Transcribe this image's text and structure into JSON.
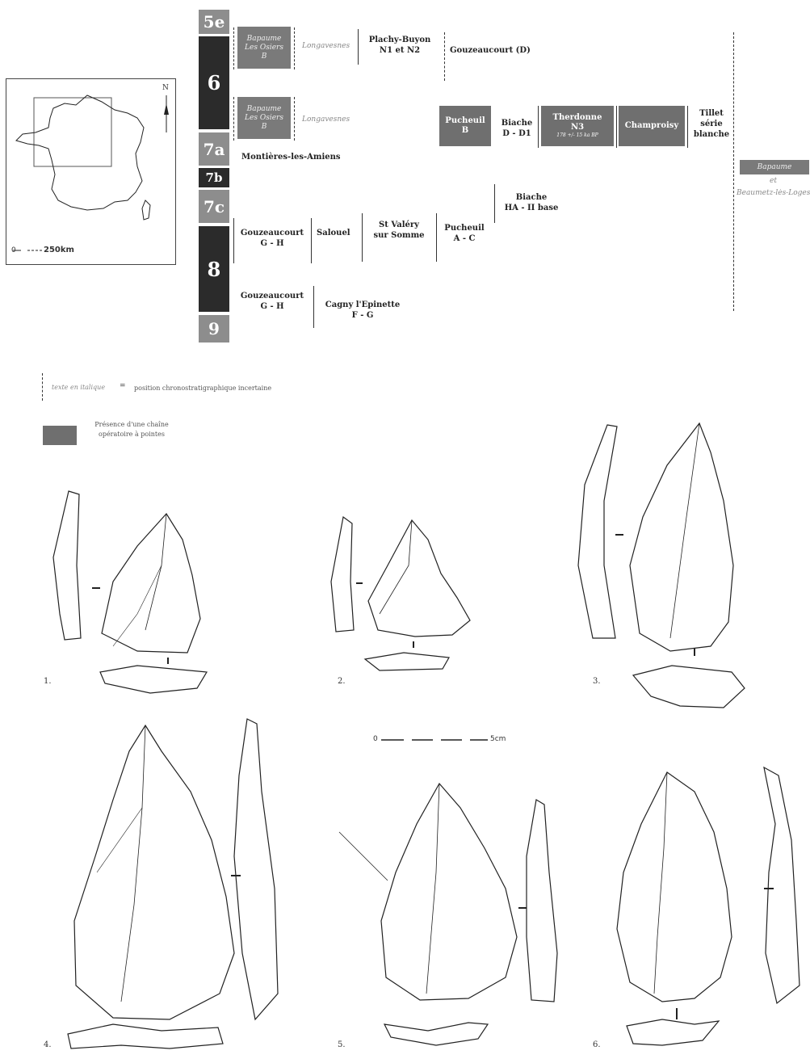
{
  "map": {
    "north": "N",
    "scale_zero": "0",
    "scale_label": "250km"
  },
  "stages": [
    {
      "label": "5e",
      "tone": "light"
    },
    {
      "label": "6",
      "tone": "dark"
    },
    {
      "label": "7a",
      "tone": "light"
    },
    {
      "label": "7b",
      "tone": "dark"
    },
    {
      "label": "7c",
      "tone": "light"
    },
    {
      "label": "8",
      "tone": "dark"
    },
    {
      "label": "9",
      "tone": "light"
    }
  ],
  "sites": {
    "bapaume_1": [
      "Bapaume",
      "Les Osiers",
      "B"
    ],
    "bapaume_2": [
      "Bapaume",
      "Les Osiers",
      "B"
    ],
    "longavesnes_1": "Longavesnes",
    "longavesnes_2": "Longavesnes",
    "plachy": [
      "Plachy-Buyon",
      "N1 et N2"
    ],
    "gouzeaucourt_d": "Gouzeaucourt (D)",
    "montieres": "Montières-les-Amiens",
    "pucheuil_b": [
      "Pucheuil",
      "B"
    ],
    "biache_d": [
      "Biache",
      "D - D1"
    ],
    "therdonne": [
      "Therdonne",
      "N3",
      "178 +/- 15 ka BP"
    ],
    "champroisy": "Champroisy",
    "tillet": [
      "Tillet",
      "série",
      "blanche"
    ],
    "bapaume_right": [
      "Bapaume",
      "et",
      "Beaumetz-lès-Loges"
    ],
    "biache_ha": [
      "Biache",
      "HA - II base"
    ],
    "gouzeaucourt_gh_1": [
      "Gouzeaucourt",
      "G - H"
    ],
    "salouel": "Salouel",
    "st_valery": [
      "St Valéry",
      "sur Somme"
    ],
    "pucheuil_ac": [
      "Pucheuil",
      "A - C"
    ],
    "gouzeaucourt_gh_2": [
      "Gouzeaucourt",
      "G - H"
    ],
    "cagny": [
      "Cagny l'Epinette",
      "F - G"
    ]
  },
  "legend": {
    "italic_text": "texte en italique",
    "equals": "=",
    "italic_meaning": "position chronostratigraphique incertaine",
    "box_meaning": [
      "Présence d'une chaîne",
      "opératoire à pointes"
    ]
  },
  "artifacts": {
    "labels": [
      "1.",
      "2.",
      "3.",
      "4.",
      "5.",
      "6."
    ],
    "scale_zero": "0",
    "scale_label": "5cm"
  },
  "colors": {
    "dark_stage": "#2b2b2b",
    "light_stage": "#8d8d8d",
    "highlight_box": "#6f6f6f"
  }
}
